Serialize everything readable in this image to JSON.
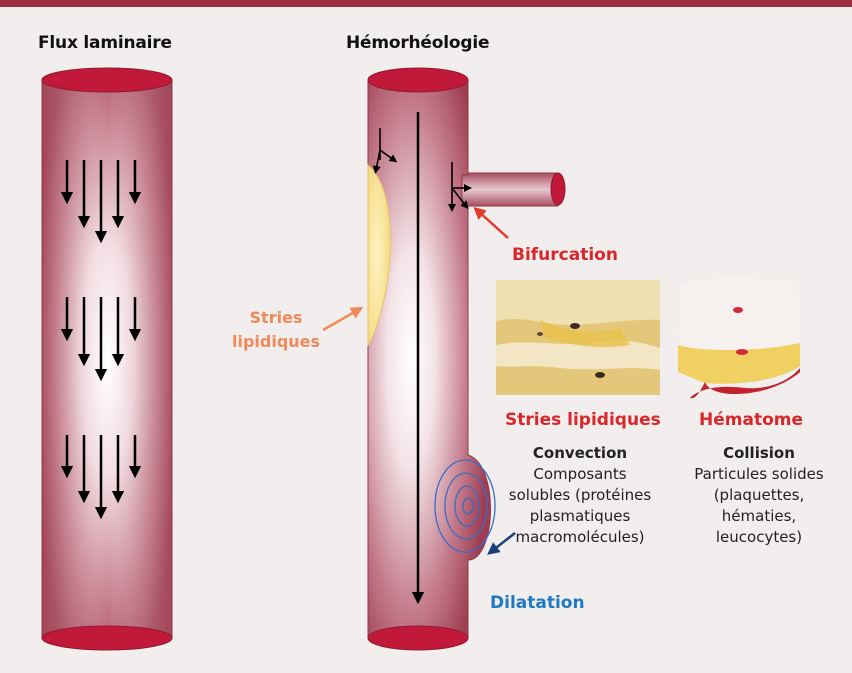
{
  "titles": {
    "left": "Flux laminaire",
    "right": "Hémorhéologie"
  },
  "labels": {
    "bifurcation": "Bifurcation",
    "stries_left_line1": "Stries",
    "stries_left_line2": "lipidiques",
    "stries_photo": "Stries lipidiques",
    "hematome": "Hématome",
    "dilatation": "Dilatation"
  },
  "captions": {
    "convection": {
      "head": "Convection",
      "lines": [
        "Composants",
        "solubles (protéines",
        "plasmatiques",
        "macromolécules)"
      ]
    },
    "collision": {
      "head": "Collision",
      "lines": [
        "Particules solides",
        "(plaquettes,",
        "hématies,",
        "leucocytes)"
      ]
    }
  },
  "colors": {
    "vessel": "#a8485a",
    "vessel_end": "#c2183a",
    "red_accent": "#d9262a",
    "orange_accent": "#ef8b5b",
    "blue_accent": "#1f78c3"
  }
}
